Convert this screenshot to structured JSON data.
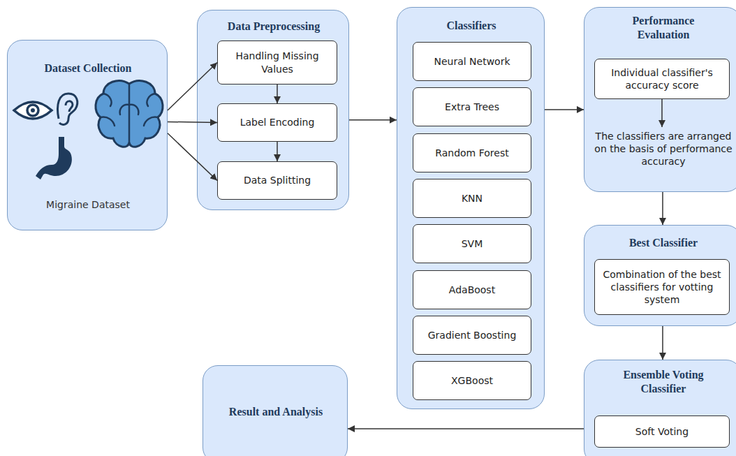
{
  "diagram": {
    "nodes": [
      {
        "text": [
          "Dataset Collection",
          "Migraine Dataset"
        ]
      },
      {
        "text": [
          "Data Preprocessing"
        ]
      },
      {
        "text": [
          "Handling Missing Values"
        ],
        "in": 1
      },
      {
        "text": [
          "Label Encoding"
        ],
        "in": 1
      },
      {
        "text": [
          "Data Splitting"
        ],
        "in": 1
      },
      {
        "text": [
          "Classifiers"
        ]
      },
      {
        "text": [
          "Neural Network"
        ],
        "in": 5
      },
      {
        "text": [
          "Extra Trees"
        ],
        "in": 5
      },
      {
        "text": [
          "Random Forest"
        ],
        "in": 5
      },
      {
        "text": [
          "KNN"
        ],
        "in": 5
      },
      {
        "text": [
          "SVM"
        ],
        "in": 5
      },
      {
        "text": [
          "AdaBoost"
        ],
        "in": 5
      },
      {
        "text": [
          "Gradient Boosting"
        ],
        "in": 5
      },
      {
        "text": [
          "XGBoost"
        ],
        "in": 5
      },
      {
        "text": [
          "Performance Evaluation",
          "The classifiers are arranged on the basis of performance accuracy"
        ]
      },
      {
        "text": [
          "Individual classifier's accuracy score"
        ],
        "in": 14
      },
      {
        "text": [
          "Best Classifier"
        ]
      },
      {
        "text": [
          "Combination of the best classifiers for votting system"
        ],
        "in": 16
      },
      {
        "text": [
          "Ensemble Voting Classifier"
        ]
      },
      {
        "text": [
          "Soft Voting"
        ],
        "in": 18
      },
      {
        "text": [
          "Result and Analysis"
        ]
      }
    ],
    "edges": [
      {
        "from": 0,
        "to": 2,
        "arrow": "to"
      },
      {
        "from": 0,
        "to": 3,
        "arrow": "to"
      },
      {
        "from": 0,
        "to": 4,
        "arrow": "to"
      },
      {
        "from": 2,
        "to": 3,
        "arrow": "to"
      },
      {
        "from": 3,
        "to": 4,
        "arrow": "to"
      },
      {
        "from": 1,
        "to": 5,
        "arrow": "to"
      },
      {
        "from": 5,
        "to": 14,
        "arrow": "to"
      },
      {
        "from": 15,
        "to": 14,
        "arrow": "to"
      },
      {
        "from": 14,
        "to": 16,
        "arrow": "to"
      },
      {
        "from": 16,
        "to": 18,
        "arrow": "to"
      },
      {
        "from": 18,
        "to": 20,
        "arrow": "to"
      }
    ]
  }
}
